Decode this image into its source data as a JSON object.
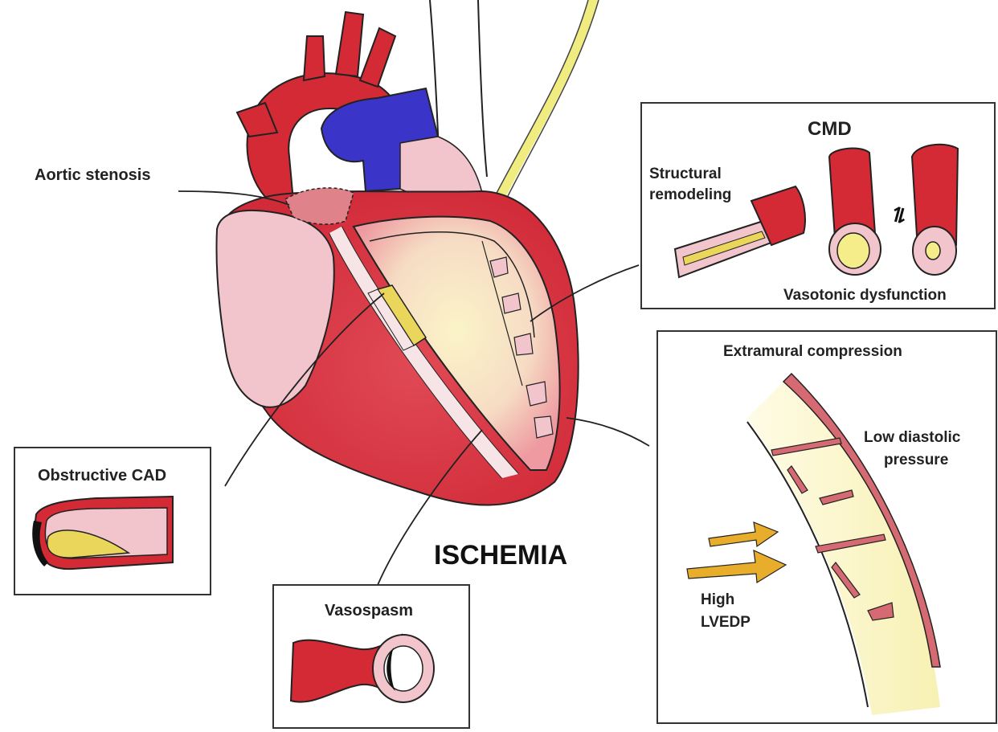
{
  "title": "ISCHEMIA",
  "labels": {
    "aortic_stenosis": "Aortic stenosis",
    "obstructive_cad": "Obstructive CAD",
    "vasospasm": "Vasospasm",
    "cmd_title": "CMD",
    "structural_line1": "Structural",
    "structural_line2": "remodeling",
    "vasotonic": "Vasotonic dysfunction",
    "extramural": "Extramural compression",
    "low_line1": "Low diastolic",
    "low_line2": "pressure",
    "high_line1": "High",
    "high_line2": "LVEDP"
  },
  "colors": {
    "vessel_red": "#d42a35",
    "myocardium_red": "#d63a45",
    "vein_blue": "#3a35c8",
    "pale_pink": "#f2c4cc",
    "plaque_yellow": "#ead65a",
    "nerve_yellow": "#f0ec80",
    "arrow_orange": "#e8ad2a",
    "outline": "#222222"
  },
  "icons": {
    "equilibrium": "⇌"
  }
}
